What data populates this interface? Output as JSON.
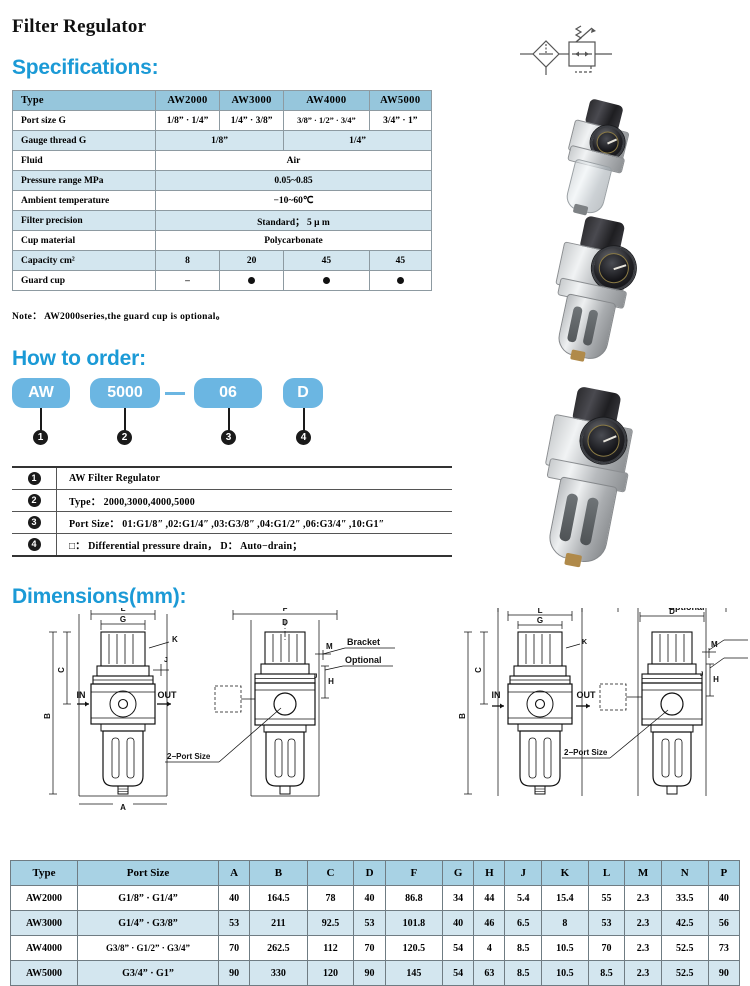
{
  "page": {
    "title": "Filter Regulator",
    "accent_color": "#1b9ad6",
    "pill_color": "#6bb6e2",
    "table_header_color": "#96c6dc",
    "table_tint_color": "#d3e6ef"
  },
  "sections": {
    "specifications": "Specifications:",
    "how_to_order": "How to order:",
    "dimensions": "Dimensions(mm):"
  },
  "spec_table": {
    "header": {
      "label": "Type",
      "cols": [
        "AW2000",
        "AW3000",
        "AW4000",
        "AW5000"
      ]
    },
    "rows": [
      {
        "label": "Port size G",
        "cells": [
          "1/8” · 1/4”",
          "1/4” · 3/8”",
          "3/8” · 1/2” · 3/4”",
          "3/4” · 1”"
        ]
      },
      {
        "label": "Gauge thread G",
        "cells": [
          "1/8”",
          "1/4”"
        ],
        "spans": [
          2,
          2
        ]
      },
      {
        "label": "Fluid",
        "cells": [
          "Air"
        ],
        "spans": [
          4
        ]
      },
      {
        "label": "Pressure range MPa",
        "cells": [
          "0.05~0.85"
        ],
        "spans": [
          4
        ]
      },
      {
        "label": "Ambient temperature",
        "cells": [
          "−10~60℃"
        ],
        "spans": [
          4
        ]
      },
      {
        "label": "Filter precision",
        "cells": [
          "Standard； 5 μ m"
        ],
        "spans": [
          4
        ]
      },
      {
        "label": "Cup material",
        "cells": [
          "Polycarbonate"
        ],
        "spans": [
          4
        ]
      },
      {
        "label": "Capacity cm²",
        "cells": [
          "8",
          "20",
          "45",
          "45"
        ]
      },
      {
        "label": "Guard cup",
        "cells": [
          "–",
          "●",
          "●",
          "●"
        ]
      }
    ],
    "note": "Note： AW2000series,the guard cup is optional。"
  },
  "order_code": {
    "segments": [
      {
        "num": "1",
        "value": "AW"
      },
      {
        "num": "2",
        "value": "5000"
      },
      {
        "num": "3",
        "value": "06"
      },
      {
        "num": "4",
        "value": "D"
      }
    ],
    "separator": "—",
    "legend": [
      {
        "num": "1",
        "text": "AW  Filter Regulator"
      },
      {
        "num": "2",
        "text": "Type： 2000,3000,4000,5000"
      },
      {
        "num": "3",
        "text": "Port Size： 01:G1/8ʺ ,02:G1/4ʺ ,03:G3/8ʺ ,04:G1/2ʺ ,06:G3/4ʺ ,10:G1ʺ"
      },
      {
        "num": "4",
        "text": "□： Differential pressure drain， D： Auto−drain；"
      }
    ]
  },
  "drawings": {
    "labels": {
      "A": "A",
      "B": "B",
      "C": "C",
      "D": "D",
      "F": "F",
      "G": "G",
      "H": "H",
      "J": "J",
      "K": "K",
      "L": "L",
      "M": "M",
      "in": "IN",
      "out": "OUT"
    },
    "annotations": {
      "bracket": "Bracket",
      "optional": "Optional",
      "port_size": "2−Port Size"
    }
  },
  "dim_table": {
    "columns": [
      "Type",
      "Port  Size",
      "A",
      "B",
      "C",
      "D",
      "F",
      "G",
      "H",
      "J",
      "K",
      "L",
      "M",
      "N",
      "P"
    ],
    "rows": [
      {
        "type": "AW2000",
        "port": "G1/8” · G1/4”",
        "values": [
          "40",
          "164.5",
          "78",
          "40",
          "86.8",
          "34",
          "44",
          "5.4",
          "15.4",
          "55",
          "2.3",
          "33.5",
          "40"
        ]
      },
      {
        "type": "AW3000",
        "port": "G1/4” · G3/8”",
        "values": [
          "53",
          "211",
          "92.5",
          "53",
          "101.8",
          "40",
          "46",
          "6.5",
          "8",
          "53",
          "2.3",
          "42.5",
          "56"
        ]
      },
      {
        "type": "AW4000",
        "port": "G3/8” · G1/2” · G3/4”",
        "values": [
          "70",
          "262.5",
          "112",
          "70",
          "120.5",
          "54",
          "4",
          "8.5",
          "10.5",
          "70",
          "2.3",
          "52.5",
          "73"
        ]
      },
      {
        "type": "AW5000",
        "port": "G3/4” · G1”",
        "values": [
          "90",
          "330",
          "120",
          "90",
          "145",
          "54",
          "63",
          "8.5",
          "10.5",
          "8.5",
          "2.3",
          "52.5",
          "90"
        ]
      }
    ]
  },
  "photos": {
    "symbol_name": "filter-regulator-iso-symbol",
    "items": [
      {
        "name": "product-photo-aw2000"
      },
      {
        "name": "product-photo-aw3000"
      },
      {
        "name": "product-photo-aw4000"
      }
    ]
  }
}
